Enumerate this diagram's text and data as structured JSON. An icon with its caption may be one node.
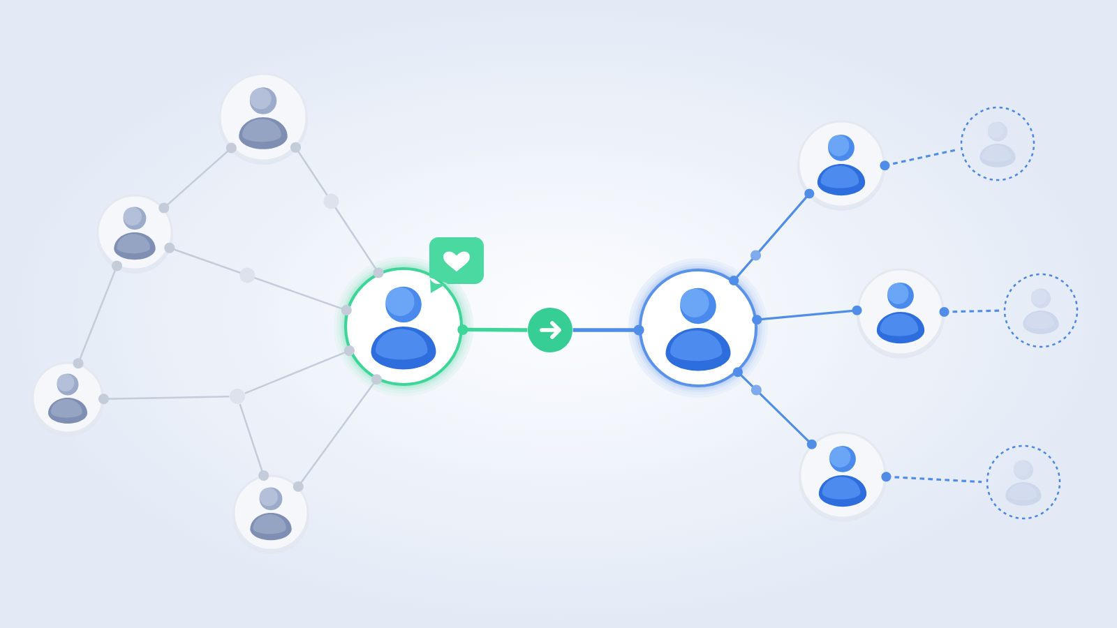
{
  "diagram": {
    "nodes": [
      {
        "text": [],
        "shape": "person"
      },
      {
        "text": [],
        "shape": "person"
      },
      {
        "text": [],
        "shape": "person"
      },
      {
        "text": [],
        "shape": "person"
      },
      {
        "text": [],
        "shape": "circle"
      },
      {
        "text": [],
        "shape": "person"
      },
      {
        "text": [],
        "shape": "circle"
      },
      {
        "text": [],
        "shape": "person"
      },
      {
        "text": [],
        "shape": "person"
      },
      {
        "text": [],
        "shape": "person"
      },
      {
        "text": [],
        "shape": "person"
      },
      {
        "text": [],
        "shape": "person"
      },
      {
        "text": [],
        "shape": "person"
      },
      {
        "text": [],
        "shape": "person"
      }
    ],
    "edges": [
      {
        "from": 0,
        "to": 1,
        "arrow": "other"
      },
      {
        "from": 0,
        "to": 5,
        "arrow": "other"
      },
      {
        "from": 1,
        "to": 5,
        "arrow": "other"
      },
      {
        "from": 1,
        "to": 2,
        "arrow": "other"
      },
      {
        "from": 2,
        "to": 4,
        "arrow": "other"
      },
      {
        "from": 4,
        "to": 5,
        "arrow": "other"
      },
      {
        "from": 4,
        "to": 3,
        "arrow": "other"
      },
      {
        "from": 3,
        "to": 5,
        "arrow": "other"
      },
      {
        "from": 5,
        "to": 6,
        "arrow": "other",
        "style": "thick",
        "color": "#3dd598"
      },
      {
        "from": 6,
        "to": 7,
        "arrow": "other",
        "style": "thick",
        "color": "#4f8de8"
      },
      {
        "from": 7,
        "to": 8,
        "arrow": "other",
        "color": "#4f8de8"
      },
      {
        "from": 7,
        "to": 10,
        "arrow": "other",
        "color": "#4f8de8"
      },
      {
        "from": 7,
        "to": 12,
        "arrow": "other",
        "color": "#4f8de8"
      },
      {
        "from": 8,
        "to": 9,
        "arrow": "other",
        "style": "dashed",
        "color": "#4f8de8"
      },
      {
        "from": 10,
        "to": 11,
        "arrow": "other",
        "style": "dashed",
        "color": "#4f8de8"
      },
      {
        "from": 12,
        "to": 13,
        "arrow": "other",
        "style": "dashed",
        "color": "#4f8de8"
      }
    ]
  }
}
